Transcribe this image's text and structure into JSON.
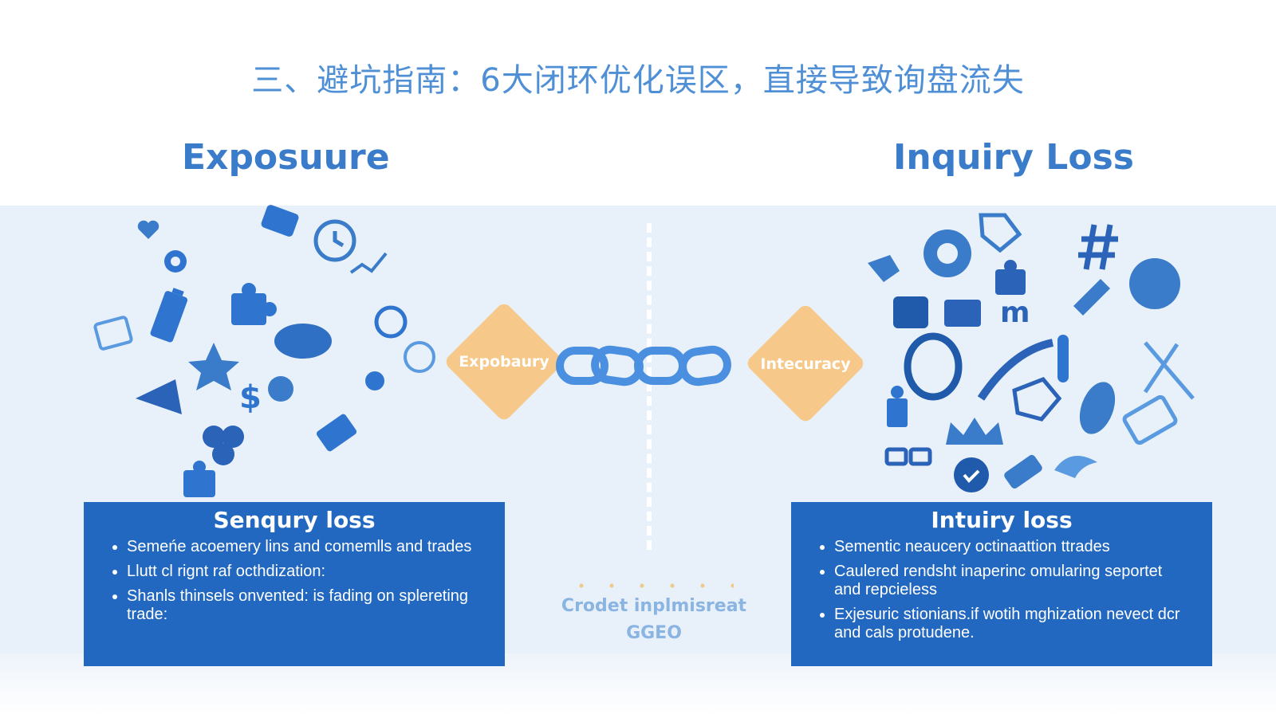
{
  "title": "三、避坑指南：6大闭环优化误区，直接导致询盘流失",
  "headings": {
    "left": "Exposuure",
    "right": "Inquiry Loss"
  },
  "diamonds": {
    "left": "Expobaury",
    "right": "Intecuracy"
  },
  "center": {
    "caption": "Crodet inplmisreat",
    "sub": "GGEO"
  },
  "panels": {
    "left": {
      "title": "Senqury loss",
      "items": [
        "Semeńe acoemery lins and comemlls and trades",
        "Llutt cl rignt raf octhdization:",
        "Shanls thinsels onvented: is fading on splereting trade:"
      ]
    },
    "right": {
      "title": "Intuiry loss",
      "items": [
        "Sementic neaucery octinaattion ttrades",
        "Caulered rendsht inaperinc omularing seportet and repcieless",
        "Exjesuric stionians.if wotih mghization nevect dcr and cals protudene."
      ]
    }
  },
  "colors": {
    "title": "#4e8fd6",
    "heading": "#3a7cc9",
    "panel": "#2267c0",
    "diamond": "#f6c98a",
    "chain": "#4a8fe0",
    "band": "#e8f1fa"
  },
  "icons": {
    "left_cluster": [
      "puzzle-icon",
      "heart-icon",
      "gear-icon",
      "clock-icon",
      "battery-icon",
      "chart-line-icon",
      "search-icon",
      "dollar-icon",
      "camera-icon",
      "megaphone-icon",
      "card-icon",
      "compass-icon"
    ],
    "right_cluster": [
      "gear-icon",
      "tag-icon",
      "hashtag-icon",
      "puzzle-icon",
      "helmet-icon",
      "crown-icon",
      "checkmark-icon",
      "glasses-icon",
      "tools-icon",
      "lock-icon",
      "tablet-icon",
      "bird-icon"
    ],
    "connector": "chain-icon"
  }
}
